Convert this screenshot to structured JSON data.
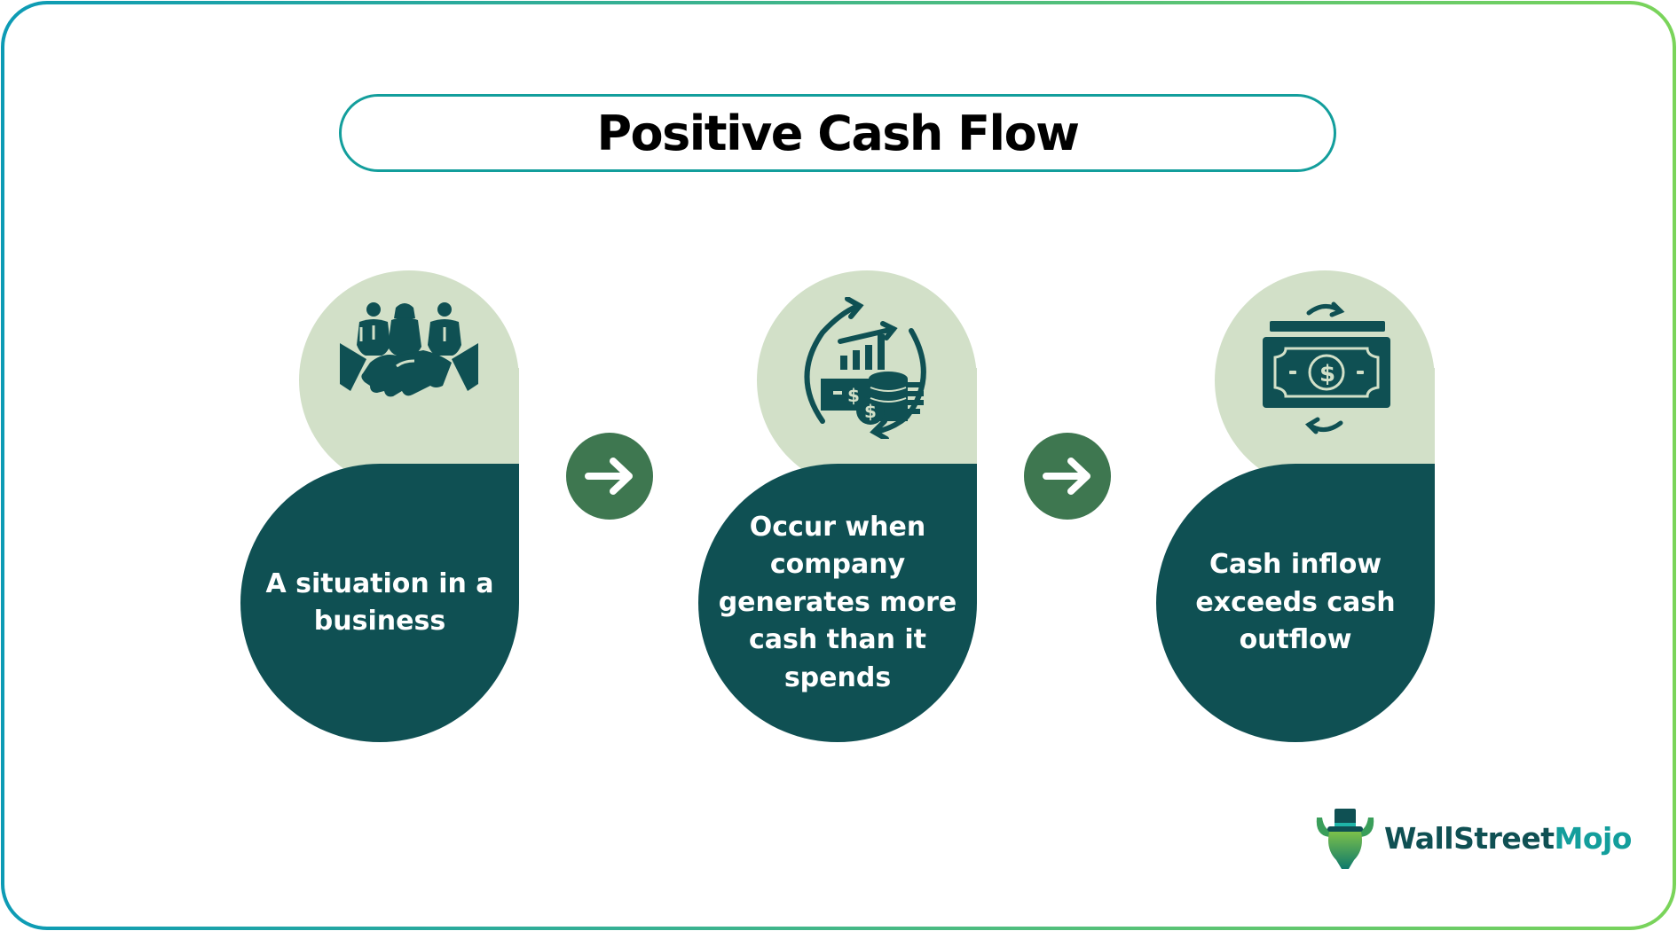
{
  "title": "Positive Cash Flow",
  "colors": {
    "frame_gradient_start": "#0d9bb5",
    "frame_gradient_end": "#7ad45a",
    "title_border": "#139e9c",
    "card_light": "#d2e0c8",
    "card_dark": "#0f5053",
    "arrow_bg": "#3e7750",
    "brand_dark": "#0f5053",
    "brand_accent": "#139e9c"
  },
  "steps": [
    {
      "icon": "handshake-team-icon",
      "text": "A situation in a business"
    },
    {
      "icon": "cash-growth-cycle-icon",
      "text": "Occur when company generates more cash than it spends"
    },
    {
      "icon": "money-exchange-icon",
      "text": "Cash inflow exceeds cash outflow"
    }
  ],
  "connectors": [
    {
      "icon": "arrow-right-icon"
    },
    {
      "icon": "arrow-right-icon"
    }
  ],
  "logo": {
    "icon": "bull-mascot-icon",
    "brand_part1": "WallStreet",
    "brand_part2": "Mojo"
  }
}
